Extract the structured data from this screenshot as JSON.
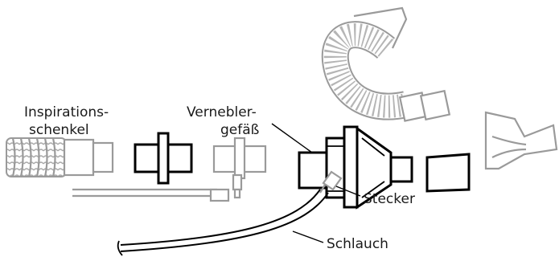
{
  "labels": {
    "inspiration_line1": "Inspirations-",
    "inspiration_line2": "schenkel",
    "nebulizer_line1": "Vernebler-",
    "nebulizer_line2": "gefäß",
    "connector": "Stecker",
    "tube": "Schlauch"
  },
  "colors": {
    "highlight": "#000000",
    "context": "#9a9a9a",
    "background": "#ffffff"
  }
}
